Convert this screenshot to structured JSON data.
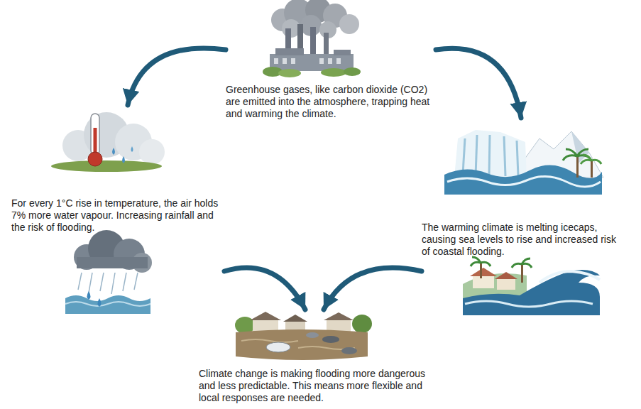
{
  "diagram": {
    "nodes": [
      {
        "text": [
          "Greenhouse gases, like carbon dioxide (CO2) are emitted into the atmosphere, trapping heat and warming the climate."
        ]
      },
      {
        "text": [
          "For every 1°C rise in temperature, the air holds 7% more water vapour. Increasing rainfall and the risk of flooding."
        ]
      },
      {
        "text": [
          "The warming climate is melting icecaps, causing sea levels to rise and increased risk of coastal flooding."
        ]
      },
      {
        "text": [
          "Climate change is making flooding more dangerous and less predictable. This means more flexible and local responses are needed."
        ]
      }
    ],
    "edges": [
      {
        "from": 0,
        "to": 1,
        "arrow": "to"
      },
      {
        "from": 0,
        "to": 2,
        "arrow": "to"
      },
      {
        "from": 1,
        "to": 3,
        "arrow": "to"
      },
      {
        "from": 2,
        "to": 3,
        "arrow": "to"
      }
    ]
  }
}
